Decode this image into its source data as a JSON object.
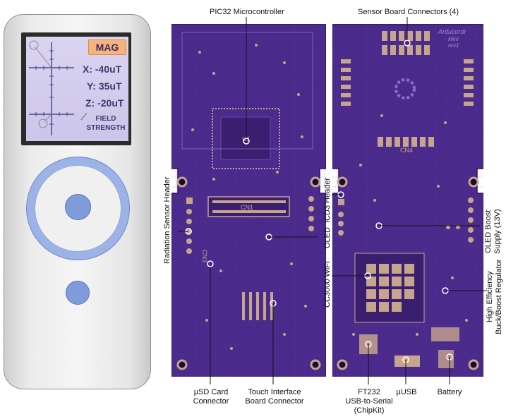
{
  "device": {
    "mode_badge": "MAG",
    "x_reading": "X: -40uT",
    "y_reading": "Y: 35uT",
    "z_reading": "Z: -20uT",
    "field_label_line1": "FIELD",
    "field_label_line2": "STRENGTH"
  },
  "board_silkscreen": {
    "cn1": "CN1",
    "cn3": "CN3",
    "cn4": "CN4",
    "u1": "U1",
    "arducordr_line1": "Arducordr",
    "arducordr_line2": "Mini",
    "arducordr_line3": "rev1"
  },
  "callouts": {
    "pic32": "PIC32 Microcontroller",
    "sensor_connectors": "Sensor Board Connectors (4)",
    "radiation_header": "Radiation Sensor Header",
    "icd3_header": "ICD3 Header",
    "oled": "OLED",
    "cc3000": "CC3000 WiFi",
    "oled_boost_line1": "OLED Boost",
    "oled_boost_line2": "Supply (13V)",
    "buck_boost_line1": "High Efficiency",
    "buck_boost_line2": "Buck/Boost Regulator",
    "usd_line1": "µSD Card",
    "usd_line2": "Connector",
    "touch_line1": "Touch Interface",
    "touch_line2": "Board Connector",
    "ft232_line1": "FT232",
    "ft232_line2": "USB-to-Serial",
    "ft232_line3": "(ChipKit)",
    "musb": "µUSB",
    "battery": "Battery"
  },
  "colors": {
    "pcb": "#4a2a8a",
    "pcb_dark": "#3a1f70",
    "trace": "#6a48b0",
    "pad": "#c7a58c",
    "device_accent": "#7f9bdb",
    "screen_bg": "#d6cff0",
    "badge": "#f7b37a"
  }
}
